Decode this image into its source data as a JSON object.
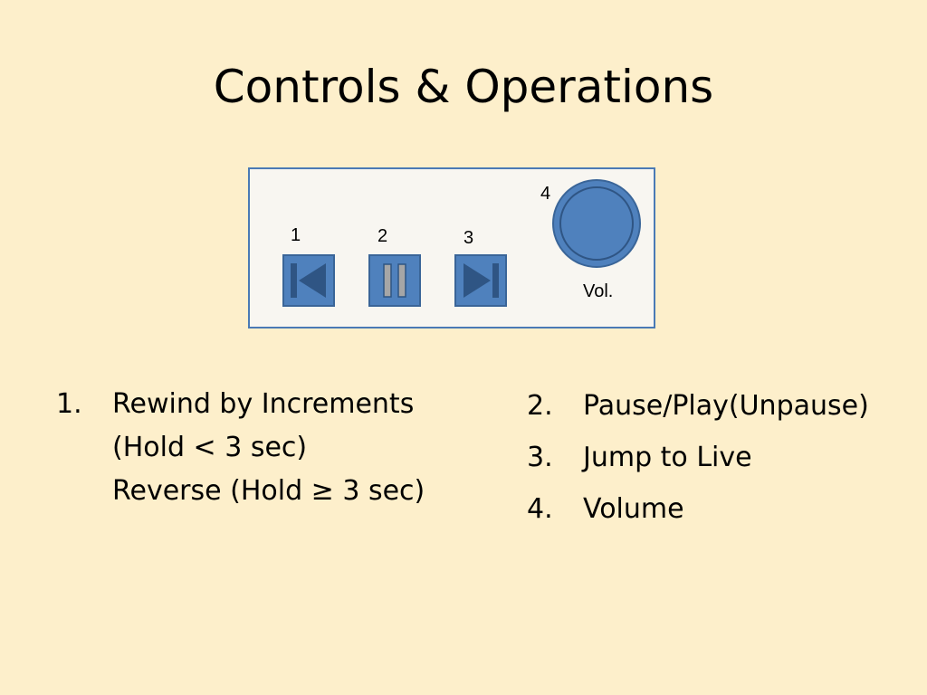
{
  "slide": {
    "title": "Controls & Operations"
  },
  "colors": {
    "background": "#fdefcb",
    "panel_fill": "#f8f6f1",
    "panel_border": "#4a7ab5",
    "button_blue": "#4f81bd",
    "button_border": "#3a6598",
    "icon_dark": "#2f5584",
    "pause_bar_gray": "#a6a6a6"
  },
  "control_panel": {
    "rewind": {
      "number": "1",
      "icon": "skip-back-icon"
    },
    "pause": {
      "number": "2",
      "icon": "pause-icon"
    },
    "jump_live": {
      "number": "3",
      "icon": "skip-forward-icon"
    },
    "volume": {
      "number": "4",
      "icon": "volume-knob",
      "label": "Vol."
    }
  },
  "operations": {
    "items": [
      {
        "number": "1.",
        "lines": [
          "Rewind by Increments",
          "(Hold < 3 sec)",
          "Reverse (Hold ≥ 3 sec)"
        ]
      },
      {
        "number": "2.",
        "lines": [
          "Pause/Play(Unpause)"
        ]
      },
      {
        "number": "3.",
        "lines": [
          "Jump to Live"
        ]
      },
      {
        "number": "4.",
        "lines": [
          "Volume"
        ]
      }
    ]
  }
}
